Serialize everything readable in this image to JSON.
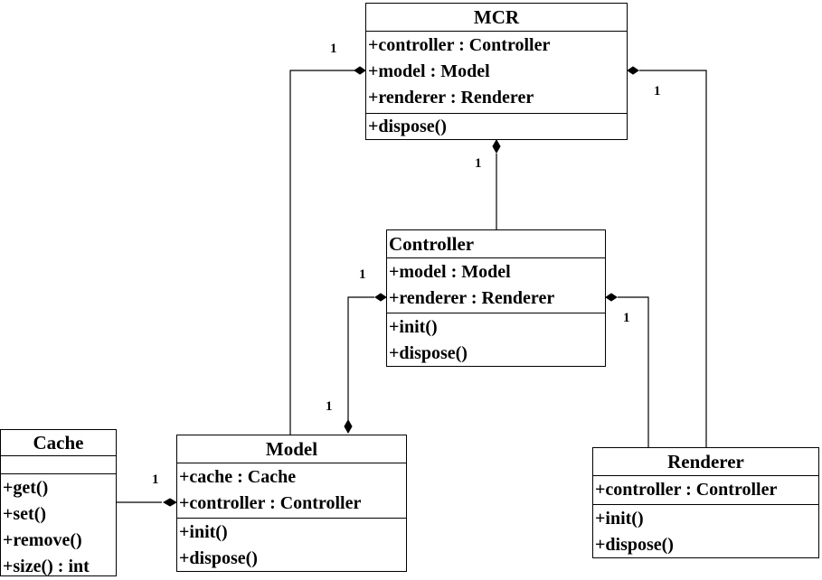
{
  "classes": {
    "mcr": {
      "name": "MCR",
      "attributes": [
        "+controller : Controller",
        "+model : Model",
        "+renderer : Renderer"
      ],
      "operations": [
        "+dispose()"
      ]
    },
    "controller": {
      "name": "Controller",
      "attributes": [
        "+model : Model",
        "+renderer : Renderer"
      ],
      "operations": [
        "+init()",
        "+dispose()"
      ]
    },
    "model": {
      "name": "Model",
      "attributes": [
        "+cache : Cache",
        "+controller : Controller"
      ],
      "operations": [
        "+init()",
        "+dispose()"
      ]
    },
    "renderer": {
      "name": "Renderer",
      "attributes": [
        "+controller : Controller"
      ],
      "operations": [
        "+init()",
        "+dispose()"
      ]
    },
    "cache": {
      "name": "Cache",
      "attributes": [],
      "operations": [
        "+get()",
        "+set()",
        "+remove()",
        "+size() : int"
      ]
    }
  },
  "multiplicities": {
    "mcr_model": "1",
    "mcr_renderer": "1",
    "mcr_controller": "1",
    "controller_model_at_controller": "1",
    "controller_model_at_model": "1",
    "controller_renderer": "1",
    "model_cache": "1"
  }
}
